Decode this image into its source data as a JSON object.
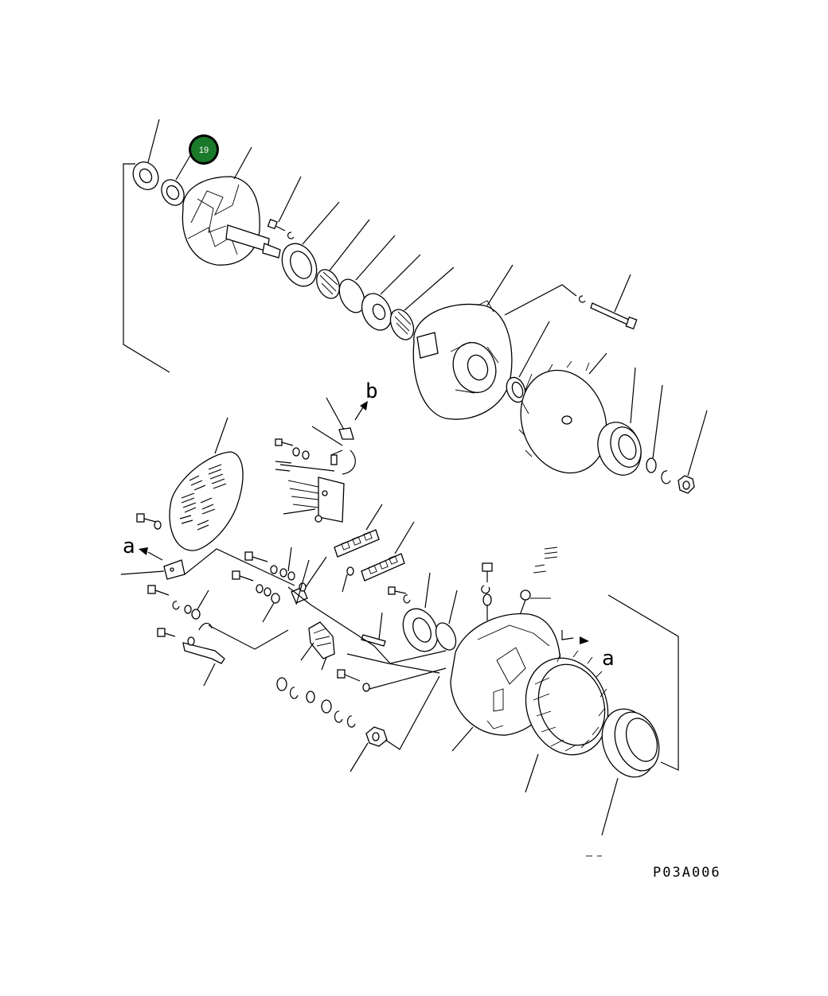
{
  "diagram": {
    "drawing_code": "P03A006",
    "view_marker_a": "a",
    "view_marker_b": "b",
    "highlighted_callout": {
      "number": "19",
      "color": "#1b7a2a"
    }
  }
}
